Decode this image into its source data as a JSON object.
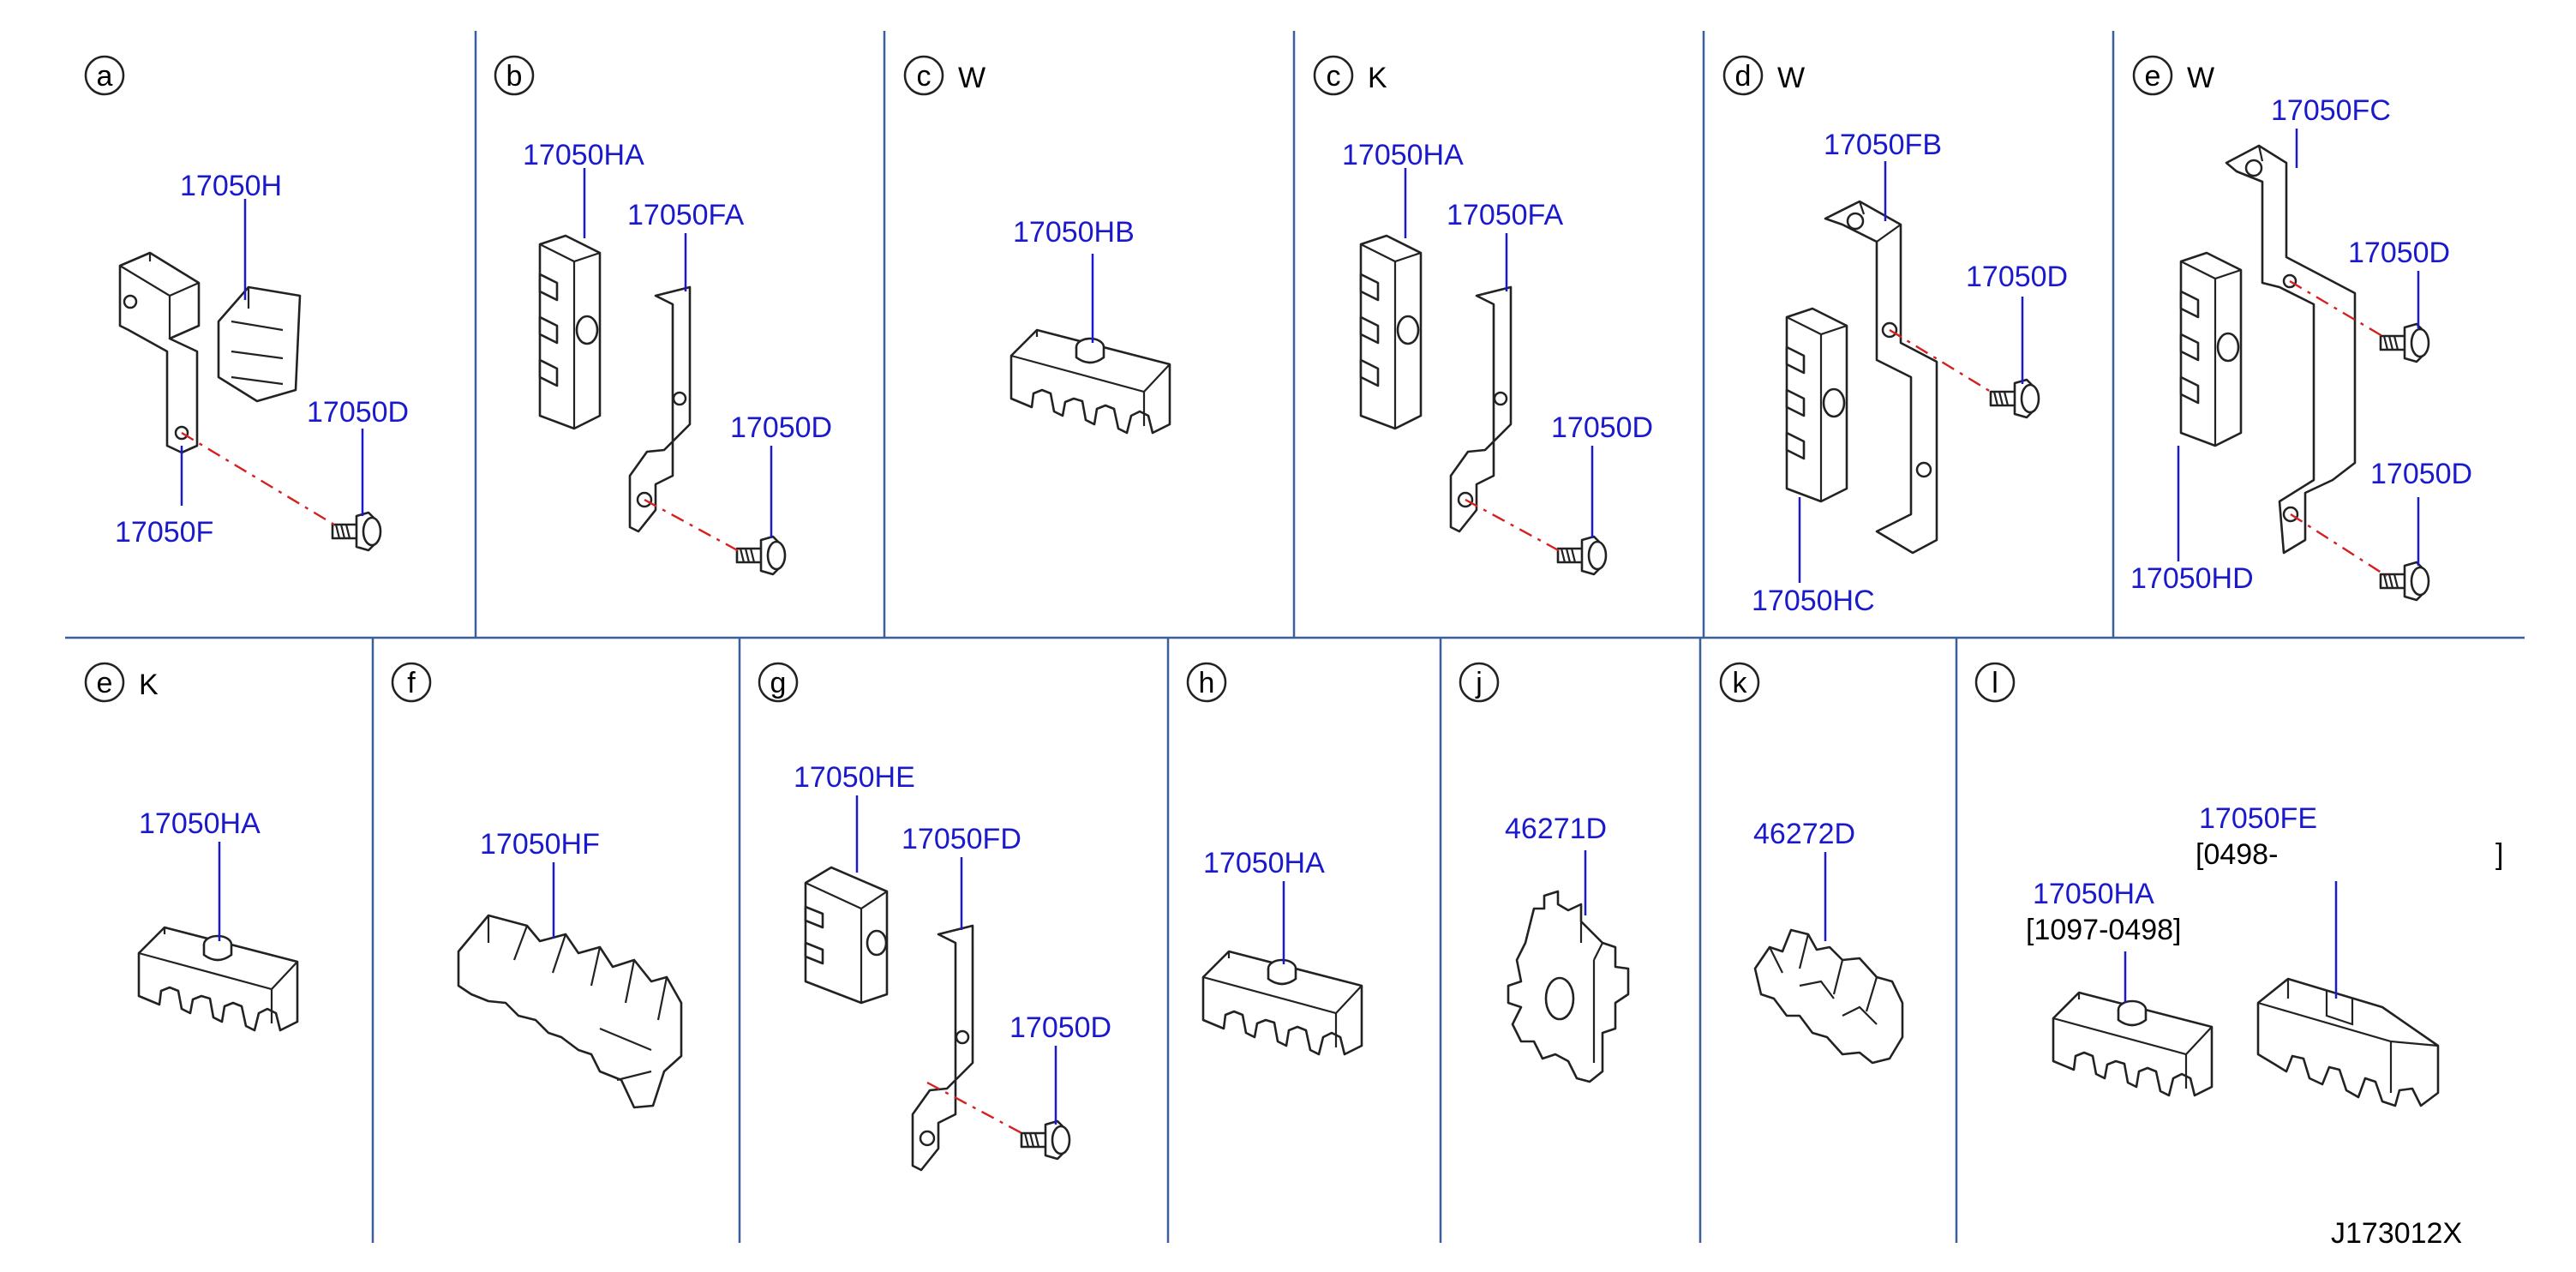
{
  "panels": {
    "a": {
      "letter": "a",
      "parts": [
        "17050H",
        "17050D",
        "17050F"
      ]
    },
    "b": {
      "letter": "b",
      "parts": [
        "17050HA",
        "17050FA",
        "17050D"
      ]
    },
    "cw": {
      "letter": "c",
      "variant": "W",
      "parts": [
        "17050HB"
      ]
    },
    "ck": {
      "letter": "c",
      "variant": "K",
      "parts": [
        "17050HA",
        "17050FA",
        "17050D"
      ]
    },
    "dw": {
      "letter": "d",
      "variant": "W",
      "parts": [
        "17050FB",
        "17050D",
        "17050HC"
      ]
    },
    "ew": {
      "letter": "e",
      "variant": "W",
      "parts": [
        "17050FC",
        "17050D",
        "17050D",
        "17050HD"
      ]
    },
    "ek": {
      "letter": "e",
      "variant": "K",
      "parts": [
        "17050HA"
      ]
    },
    "f": {
      "letter": "f",
      "parts": [
        "17050HF"
      ]
    },
    "g": {
      "letter": "g",
      "parts": [
        "17050HE",
        "17050FD",
        "17050D"
      ]
    },
    "h": {
      "letter": "h",
      "parts": [
        "17050HA"
      ]
    },
    "j": {
      "letter": "j",
      "parts": [
        "46271D"
      ]
    },
    "k": {
      "letter": "k",
      "parts": [
        "46272D"
      ]
    },
    "l": {
      "letter": "l",
      "parts": [
        "17050FE",
        "17050HA"
      ],
      "dates": [
        "[0498-",
        "]",
        "[1097-0498]"
      ]
    }
  },
  "footer": {
    "code": "J173012X"
  },
  "colors": {
    "label": "#1a1acc",
    "divider": "#3b5f9a",
    "dash": "#d62020"
  }
}
